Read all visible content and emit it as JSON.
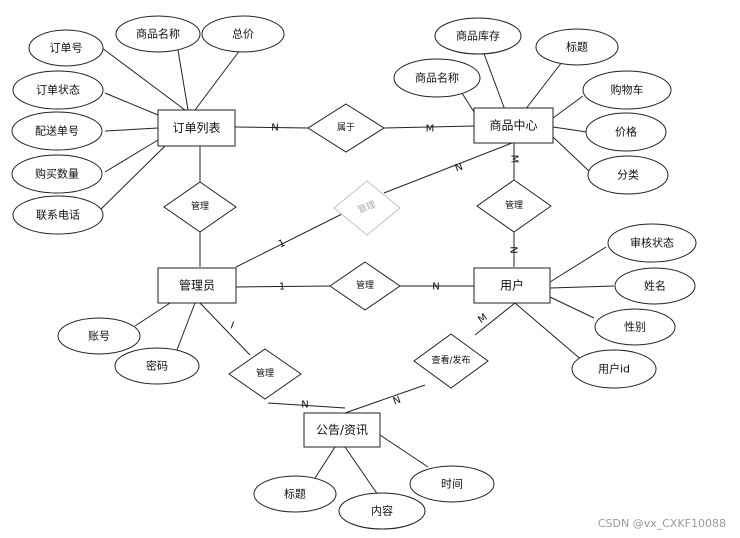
{
  "entities": {
    "order_list": "订单列表",
    "product_center": "商品中心",
    "admin": "管理员",
    "user": "用户",
    "notice": "公告/资讯"
  },
  "relations": {
    "belongs": "属于",
    "manage_order": "管理",
    "manage_product_faded": "管理",
    "manage_user_product": "管理",
    "manage_user": "管理",
    "manage_notice": "管理",
    "view_publish": "查看/发布"
  },
  "attributes": {
    "order_list": [
      "订单号",
      "商品名称",
      "总价",
      "订单状态",
      "配送单号",
      "购买数量",
      "联系电话"
    ],
    "product_center": [
      "商品库存",
      "标题",
      "商品名称",
      "购物车",
      "价格",
      "分类"
    ],
    "user": [
      "审核状态",
      "姓名",
      "性别",
      "用户id"
    ],
    "admin": [
      "账号",
      "密码"
    ],
    "notice": [
      "标题",
      "内容",
      "时间"
    ]
  },
  "cardinalities": {
    "order_belongs": "N",
    "product_belongs": "M",
    "admin_faded": "1",
    "product_faded": "N",
    "product_manage": "M",
    "user_manage": "N",
    "admin_user": "1",
    "user_admin": "N",
    "admin_notice": "I",
    "notice_admin": "N",
    "user_notice": "M",
    "notice_user": "N"
  },
  "watermark": "CSDN @vx_CXKF10088"
}
